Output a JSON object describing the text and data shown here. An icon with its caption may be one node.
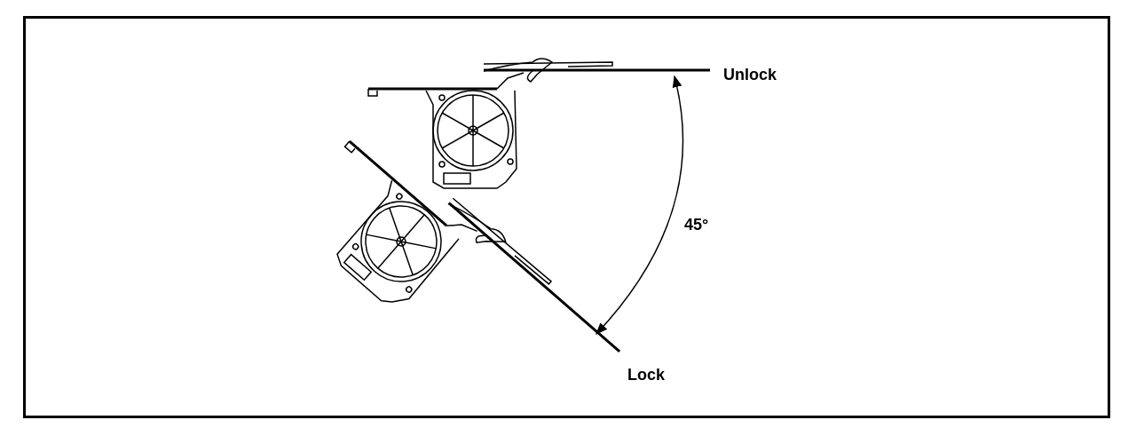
{
  "diagram": {
    "labels": [
      "Unlock",
      "45°",
      "Lock"
    ]
  }
}
